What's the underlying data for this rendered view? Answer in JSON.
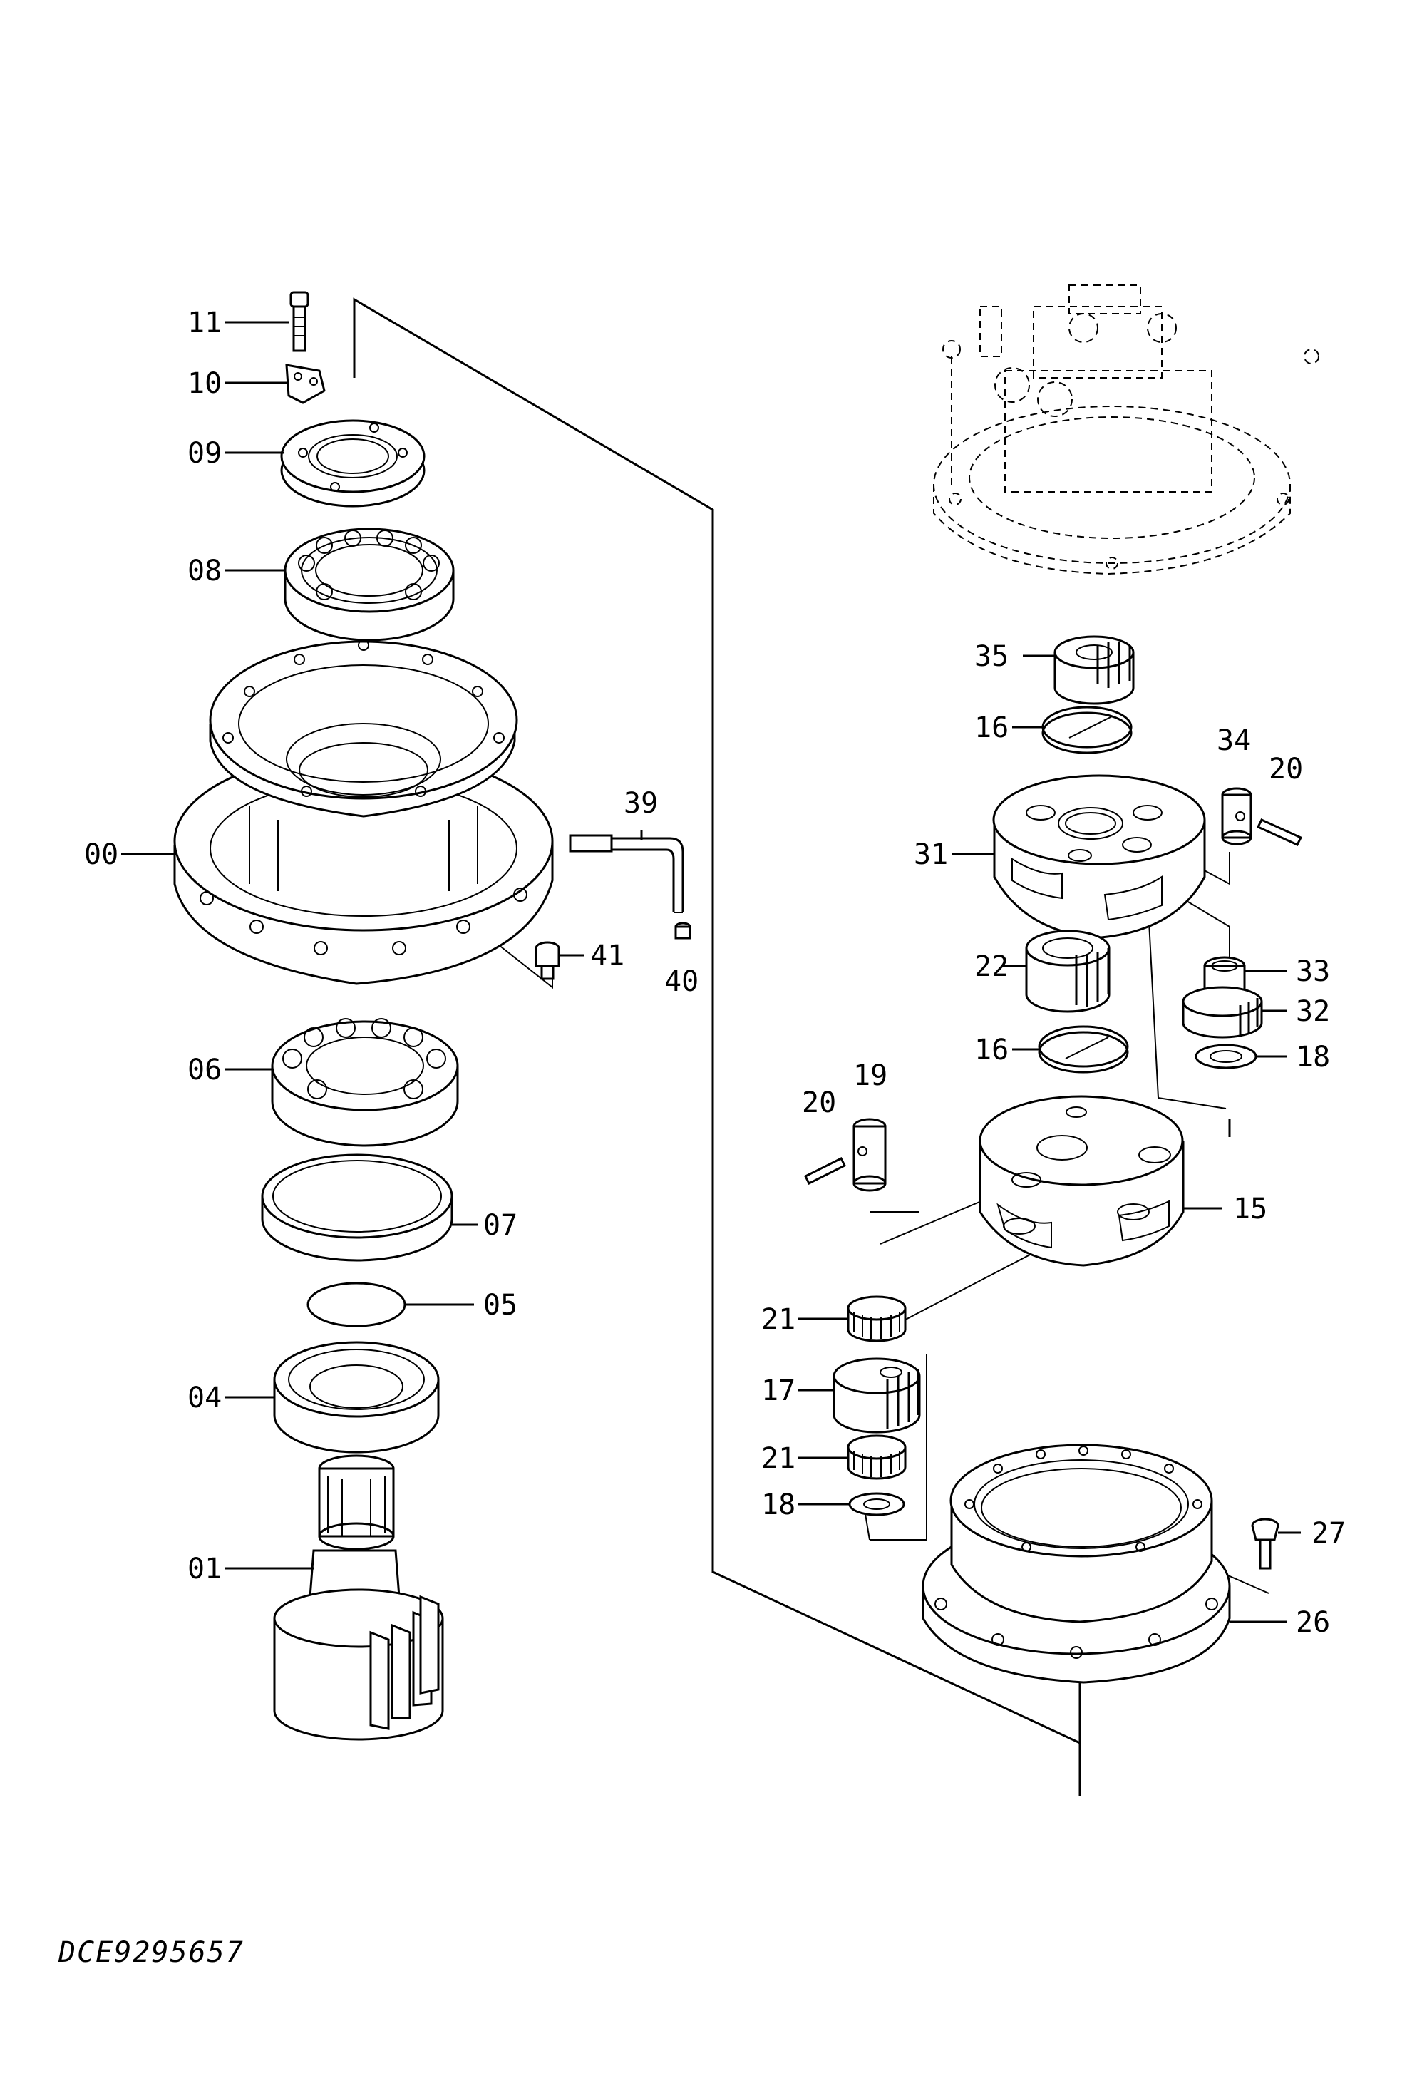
{
  "drawing": {
    "code": "DCE9295657",
    "callouts": {
      "c11": "11",
      "c10": "10",
      "c09": "09",
      "c08": "08",
      "c00": "00",
      "c39": "39",
      "c41": "41",
      "c40": "40",
      "c06": "06",
      "c07": "07",
      "c05": "05",
      "c04": "04",
      "c01": "01",
      "c35": "35",
      "c16a": "16",
      "c34": "34",
      "c20a": "20",
      "c31": "31",
      "c22": "22",
      "c33": "33",
      "c32": "32",
      "c16b": "16",
      "c18a": "18",
      "c20b": "20",
      "c19": "19",
      "c15": "15",
      "c21a": "21",
      "c17": "17",
      "c21b": "21",
      "c18b": "18",
      "c27": "27",
      "c26": "26"
    }
  }
}
